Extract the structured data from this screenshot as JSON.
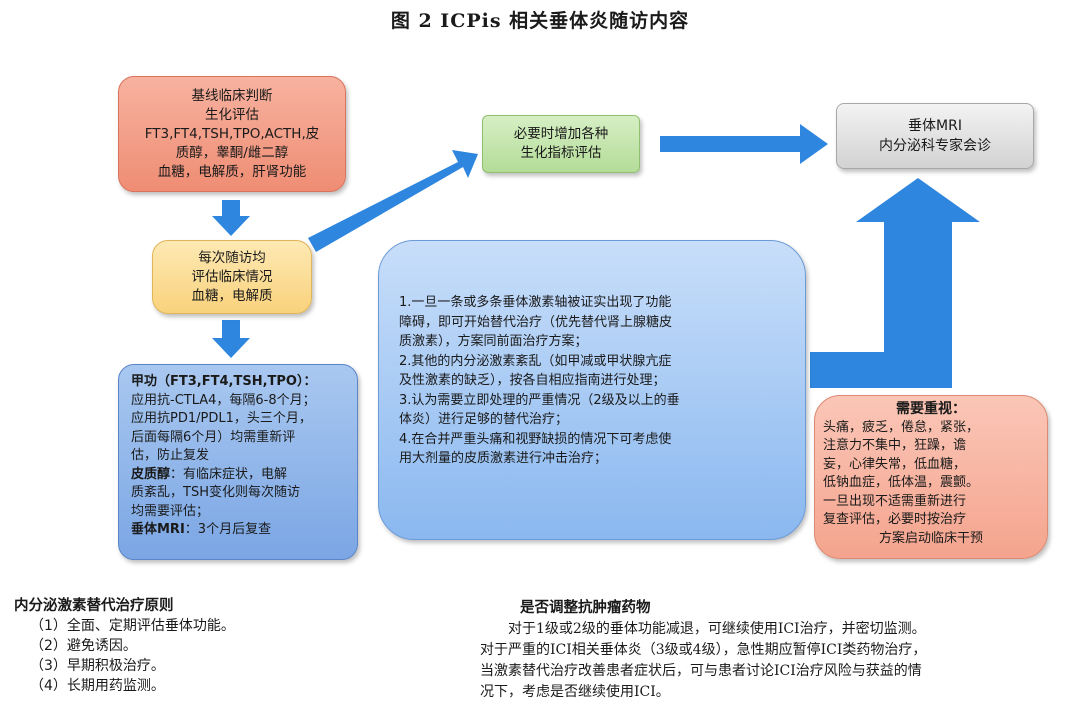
{
  "title": "图 2   ICPis 相关垂体炎随访内容",
  "colors": {
    "arrow": "#2e86de",
    "baseline": "#ef8d74",
    "followup": "#f9d27c",
    "indicators": "#b4dc98",
    "mri": "#d2d2d2",
    "monitor": "#7ba6e4",
    "principles": "#8ab8ef",
    "attention": "#f4a48e"
  },
  "baseline": {
    "lines": [
      "基线临床判断",
      "生化评估",
      "FT3,FT4,TSH,TPO,ACTH,皮",
      "质醇，睾酮/雌二醇",
      "血糖，电解质，肝肾功能"
    ]
  },
  "followup": {
    "lines": [
      "每次随访均",
      "评估临床情况",
      "血糖，电解质"
    ]
  },
  "indicators": {
    "lines": [
      "必要时增加各种",
      "生化指标评估"
    ]
  },
  "mri": {
    "lines": [
      "垂体MRI",
      "内分泌科专家会诊"
    ]
  },
  "monitor": {
    "lines": [
      {
        "bold": "甲功（FT3,FT4,TSH,TPO）：",
        "text": ""
      },
      {
        "bold": "",
        "text": "应用抗-CTLA4，每隔6-8个月；"
      },
      {
        "bold": "",
        "text": "应用抗PD1/PDL1，头三个月，"
      },
      {
        "bold": "",
        "text": "后面每隔6个月）均需重新评"
      },
      {
        "bold": "",
        "text": "估，防止复发"
      },
      {
        "bold": "皮质醇",
        "text": "：有临床症状，电解"
      },
      {
        "bold": "",
        "text": "质紊乱，TSH变化则每次随访"
      },
      {
        "bold": "",
        "text": "均需要评估；"
      },
      {
        "bold": "垂体MRI",
        "text": "：3个月后复查"
      }
    ]
  },
  "principles": {
    "lines": [
      "1.一旦一条或多条垂体激素轴被证实出现了功能",
      "障碍，即可开始替代治疗（优先替代肾上腺糖皮",
      "质激素），方案同前面治疗方案；",
      "2.其他的内分泌激素紊乱（如甲减或甲状腺亢症",
      "及性激素的缺乏），按各自相应指南进行处理；",
      "3.认为需要立即处理的严重情况（2级及以上的垂",
      "体炎）进行足够的替代治疗；",
      "4.在合并严重头痛和视野缺损的情况下可考虑使",
      "用大剂量的皮质激素进行冲击治疗；"
    ]
  },
  "attention": {
    "heading": "需要重视：",
    "lines": [
      "头痛，疲乏，倦怠，紧张，",
      "注意力不集中，狂躁，谵",
      "妄，心律失常，低血糖，",
      "低钠血症，低体温，震颤。",
      "一旦出现不适需重新进行",
      "复查评估，必要时按治疗",
      "方案启动临床干预"
    ]
  },
  "bottom_left": {
    "heading": "内分泌激素替代治疗原则",
    "items": [
      "（1）全面、定期评估垂体功能。",
      "（2）避免诱因。",
      "（3）早期积极治疗。",
      "（4）长期用药监测。"
    ]
  },
  "bottom_right": {
    "heading": "是否调整抗肿瘤药物",
    "lines": [
      "对于1级或2级的垂体功能减退，可继续使用ICI治疗，并密切监测。",
      "对于严重的ICI相关垂体炎（3级或4级），急性期应暂停ICI类药物治疗，",
      "当激素替代治疗改善患者症状后，可与患者讨论ICI治疗风险与获益的情",
      "况下，考虑是否继续使用ICI。"
    ]
  }
}
